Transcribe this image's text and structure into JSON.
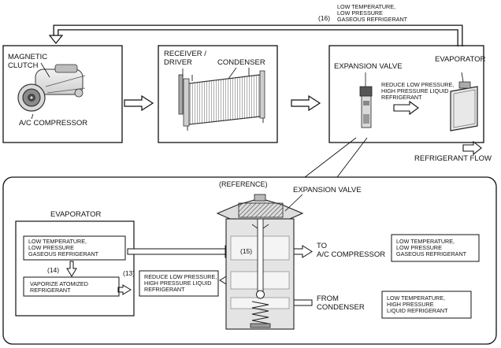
{
  "top": {
    "return_number": "(16)",
    "return_label": [
      "LOW TEMPERATURE,",
      "LOW PRESSURE",
      "GASEOUS REFRIGERANT"
    ],
    "box1": {
      "label_magnetic": [
        "MAGNETIC",
        "CLUTCH"
      ],
      "label_compressor": "A/C COMPRESSOR"
    },
    "box2": {
      "label_receiver": [
        "RECEIVER /",
        "DRIVER"
      ],
      "label_condenser": "CONDENSER"
    },
    "box3": {
      "label_expansion": "EXPANSION VALVE",
      "label_evaporator": "EVAPORATOR",
      "reduce_note": [
        "REDUCE LOW PRESSURE,",
        "HIGH PRESSURE LIQUID",
        "REFRIGERANT"
      ]
    },
    "legend_label": "REFRIGERANT FLOW"
  },
  "detail": {
    "reference": "(REFERENCE)",
    "expansion_valve": "EXPANSION VALVE",
    "evaporator": "EVAPORATOR",
    "low_temp_box": [
      "LOW TEMPERATURE,",
      "LOW PRESSURE",
      "GASEOUS REFRIGERANT"
    ],
    "vaporize_box": [
      "VAPORIZE ATOMIZED",
      "REFRIGERANT"
    ],
    "step14": "(14)",
    "step13": "(13)",
    "step15": "(15)",
    "reduce_box": [
      "REDUCE LOW PRESSURE,",
      "HIGH PRESSURE LIQUID",
      "REFRIGERANT"
    ],
    "to_compressor": [
      "TO",
      "A/C COMPRESSOR"
    ],
    "from_condenser": [
      "FROM",
      "CONDENSER"
    ],
    "legend_low": [
      "LOW TEMPERATURE,",
      "LOW PRESSURE",
      "GASEOUS REFRIGERANT"
    ],
    "legend_high": [
      "LOW TEMPERATURE,",
      "HIGH PRESSURE",
      "LIQUID REFRIGERANT"
    ]
  },
  "icons": [
    "compressor-image",
    "condenser-image",
    "expansion-valve-image",
    "evaporator-image",
    "flow-arrow-icon"
  ]
}
